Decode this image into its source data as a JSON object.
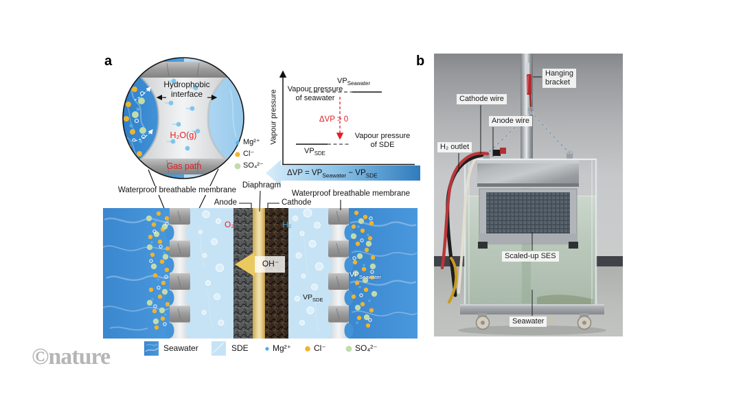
{
  "watermark": "©nature",
  "panel_a": {
    "label": "a",
    "inset": {
      "interface_line1": "Hydrophobic",
      "interface_line2": "interface",
      "h2o": "H₂O(g)",
      "gas_path": "Gas path",
      "ions": [
        {
          "name": "Mg²⁺",
          "color": "#54ace4"
        },
        {
          "name": "Cl⁻",
          "color": "#f2b32b"
        },
        {
          "name": "SO₄²⁻",
          "color": "#c0dcab"
        }
      ]
    },
    "graph": {
      "y_axis": "Vapour pressure",
      "vp_seawater_base": "VP",
      "vp_seawater_sub": "Seawater",
      "seawater_line1": "Vapour pressure",
      "seawater_line2": "of seawater",
      "delta": "ΔVP > 0",
      "sde_line1": "Vapour pressure",
      "sde_line2": "of SDE",
      "vp_sde_base": "VP",
      "vp_sde_sub": "SDE",
      "equation_p1": "ΔVP = VP",
      "equation_s1": "Seawater",
      "equation_p2": " − VP",
      "equation_s2": "SDE"
    },
    "cell": {
      "membrane_left": "Waterproof breathable membrane",
      "membrane_right": "Waterproof breathable membrane",
      "diaphragm": "Diaphragm",
      "anode": "Anode",
      "cathode": "Cathode",
      "o2": "O₂",
      "h2": "H₂",
      "oh": "OH⁻",
      "vp_sea_base": "VP",
      "vp_sea_sub": "Seawater",
      "vp_sde_base": "VP",
      "vp_sde_sub": "SDE"
    },
    "legend": {
      "seawater": "Seawater",
      "sde": "SDE",
      "mg": "Mg²⁺",
      "cl": "Cl⁻",
      "so4": "SO₄²⁻"
    }
  },
  "panel_b": {
    "label": "b",
    "hanging_bracket_l1": "Hanging",
    "hanging_bracket_l2": "bracket",
    "cathode_wire": "Cathode wire",
    "anode_wire": "Anode wire",
    "h2_outlet": "H₂ outlet",
    "scaled_up_ses": "Scaled-up SES",
    "seawater": "Seawater"
  },
  "colors": {
    "seawater_blue": "#3a87cf",
    "sde_blue": "#c6e3f5",
    "red_label": "#e31e25",
    "h2_blue": "#2da7e0",
    "diaphragm_yellow": "#dfbe68",
    "ion_mg": "#54ace4",
    "ion_cl": "#f2b32b",
    "ion_so4": "#c0dcab",
    "vp_arrow_dark": "#2f7cbe",
    "vp_arrow_light": "#d9edf9"
  }
}
